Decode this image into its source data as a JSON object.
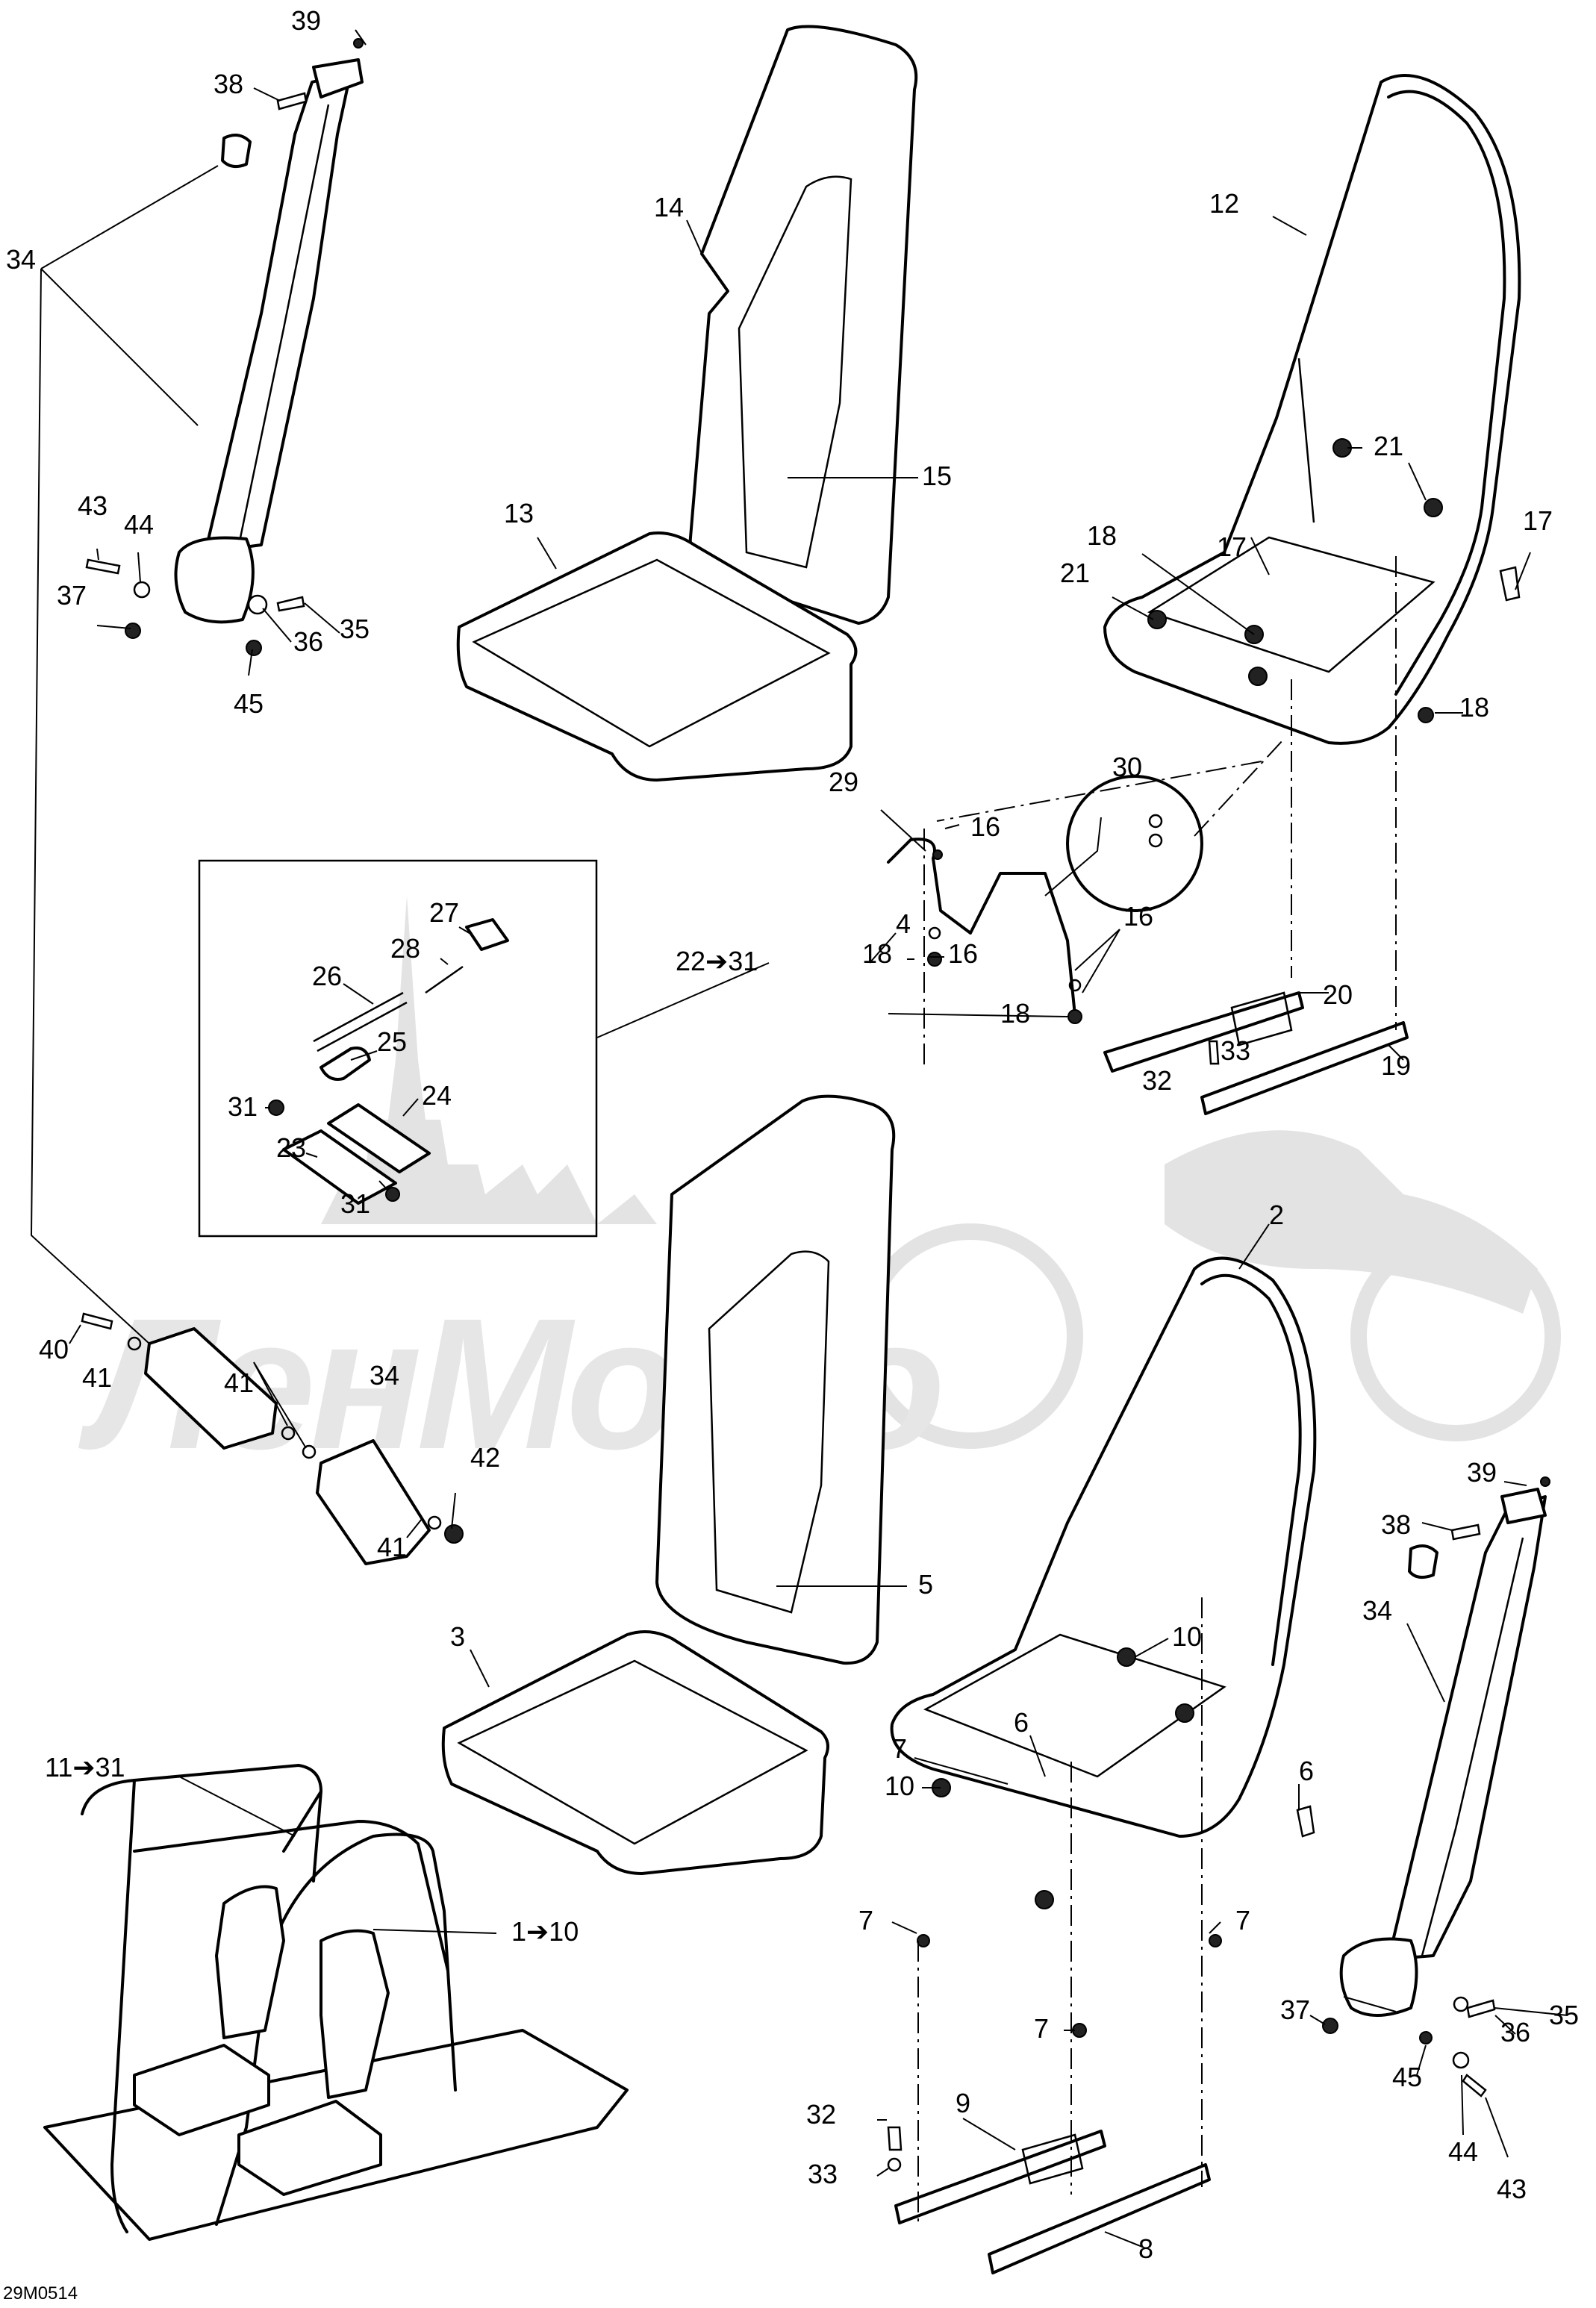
{
  "diagram_code": "29M0514",
  "watermark": "ЛенМото",
  "labels": [
    {
      "id": "l39a",
      "text": "39"
    },
    {
      "id": "l38a",
      "text": "38"
    },
    {
      "id": "l34a",
      "text": "34"
    },
    {
      "id": "l14",
      "text": "14"
    },
    {
      "id": "l12",
      "text": "12"
    },
    {
      "id": "l15",
      "text": "15"
    },
    {
      "id": "l13",
      "text": "13"
    },
    {
      "id": "l43a",
      "text": "43"
    },
    {
      "id": "l44a",
      "text": "44"
    },
    {
      "id": "l37a",
      "text": "37"
    },
    {
      "id": "l36a",
      "text": "36"
    },
    {
      "id": "l35a",
      "text": "35"
    },
    {
      "id": "l45a",
      "text": "45"
    },
    {
      "id": "l21a",
      "text": "21"
    },
    {
      "id": "l21b",
      "text": "21"
    },
    {
      "id": "l17a",
      "text": "17"
    },
    {
      "id": "l17b",
      "text": "17"
    },
    {
      "id": "l18a",
      "text": "18"
    },
    {
      "id": "l18b",
      "text": "18"
    },
    {
      "id": "l30",
      "text": "30"
    },
    {
      "id": "l29",
      "text": "29"
    },
    {
      "id": "l16a",
      "text": "16"
    },
    {
      "id": "l16b",
      "text": "16"
    },
    {
      "id": "l16c",
      "text": "16"
    },
    {
      "id": "l18c",
      "text": "18"
    },
    {
      "id": "l18d",
      "text": "18"
    },
    {
      "id": "l20",
      "text": "20"
    },
    {
      "id": "l2231",
      "text": "22➔31"
    },
    {
      "id": "l33a",
      "text": "33"
    },
    {
      "id": "l32a",
      "text": "32"
    },
    {
      "id": "l19",
      "text": "19"
    },
    {
      "id": "l27",
      "text": "27"
    },
    {
      "id": "l28",
      "text": "28"
    },
    {
      "id": "l26",
      "text": "26"
    },
    {
      "id": "l25",
      "text": "25"
    },
    {
      "id": "l24",
      "text": "24"
    },
    {
      "id": "l31a",
      "text": "31"
    },
    {
      "id": "l23",
      "text": "23"
    },
    {
      "id": "l31b",
      "text": "31"
    },
    {
      "id": "l4",
      "text": "4"
    },
    {
      "id": "l2",
      "text": "2"
    },
    {
      "id": "l40",
      "text": "40"
    },
    {
      "id": "l41a",
      "text": "41"
    },
    {
      "id": "l34b",
      "text": "34"
    },
    {
      "id": "l41b",
      "text": "41"
    },
    {
      "id": "l42",
      "text": "42"
    },
    {
      "id": "l41c",
      "text": "41"
    },
    {
      "id": "l39b",
      "text": "39"
    },
    {
      "id": "l38b",
      "text": "38"
    },
    {
      "id": "l5",
      "text": "5"
    },
    {
      "id": "l34c",
      "text": "34"
    },
    {
      "id": "l3",
      "text": "3"
    },
    {
      "id": "l10a",
      "text": "10"
    },
    {
      "id": "l6a",
      "text": "6"
    },
    {
      "id": "l6b",
      "text": "6"
    },
    {
      "id": "l7a",
      "text": "7"
    },
    {
      "id": "l10b",
      "text": "10"
    },
    {
      "id": "l1131",
      "text": "11➔31"
    },
    {
      "id": "l7b",
      "text": "7"
    },
    {
      "id": "l7c",
      "text": "7"
    },
    {
      "id": "l110",
      "text": "1➔10"
    },
    {
      "id": "l7d",
      "text": "7"
    },
    {
      "id": "l37b",
      "text": "37"
    },
    {
      "id": "l35b",
      "text": "35"
    },
    {
      "id": "l36b",
      "text": "36"
    },
    {
      "id": "l45b",
      "text": "45"
    },
    {
      "id": "l32b",
      "text": "32"
    },
    {
      "id": "l9",
      "text": "9"
    },
    {
      "id": "l33b",
      "text": "33"
    },
    {
      "id": "l44b",
      "text": "44"
    },
    {
      "id": "l43b",
      "text": "43"
    },
    {
      "id": "l8",
      "text": "8"
    }
  ]
}
